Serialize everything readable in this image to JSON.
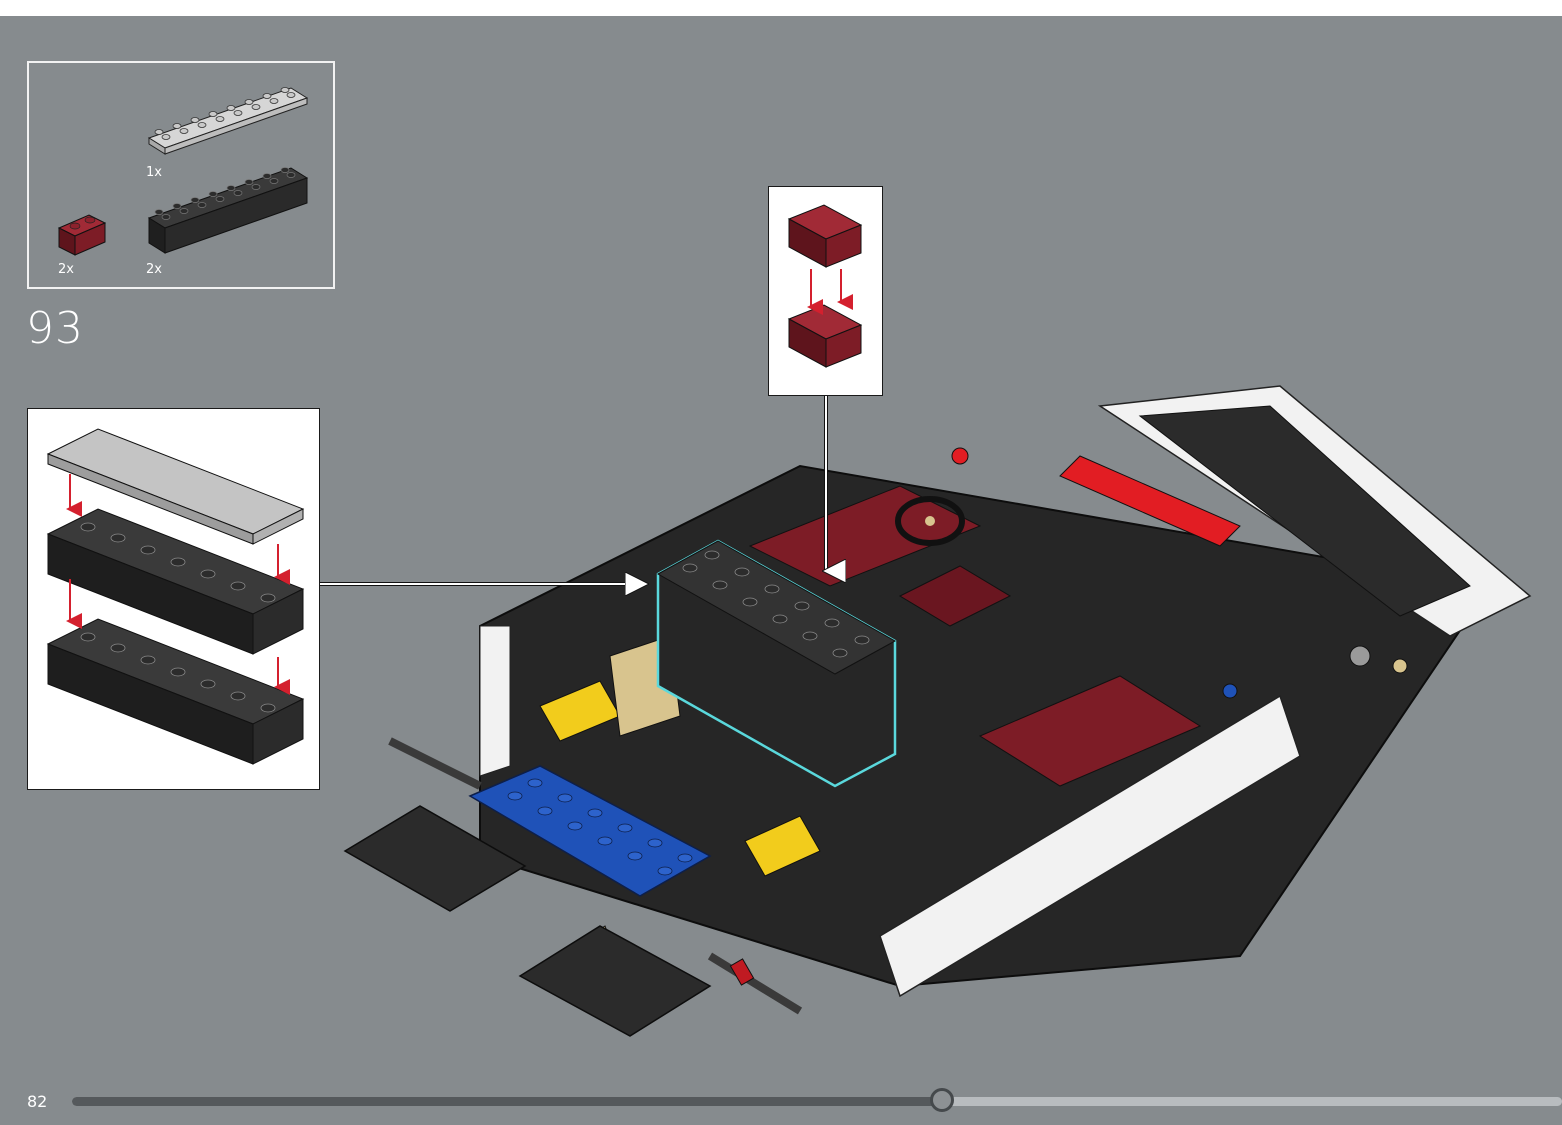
{
  "step": {
    "number": "93"
  },
  "parts_list": [
    {
      "qty": "1x",
      "part": "light-gray-plate-2x8"
    },
    {
      "qty": "2x",
      "part": "dark-red-brick-1x2"
    },
    {
      "qty": "2x",
      "part": "black-brick-2x8"
    }
  ],
  "footer": {
    "page_number": "82",
    "progress": 0.584
  },
  "colors": {
    "background": "#868b8e",
    "black_brick": "#2b2b2b",
    "dark_red": "#7d1c26",
    "light_gray": "#c4c4c4",
    "blue": "#1f52b8",
    "yellow": "#f2cc1c",
    "tan": "#d8c48e",
    "highlight": "#5ad8dc",
    "arrow_red": "#d4202e"
  }
}
